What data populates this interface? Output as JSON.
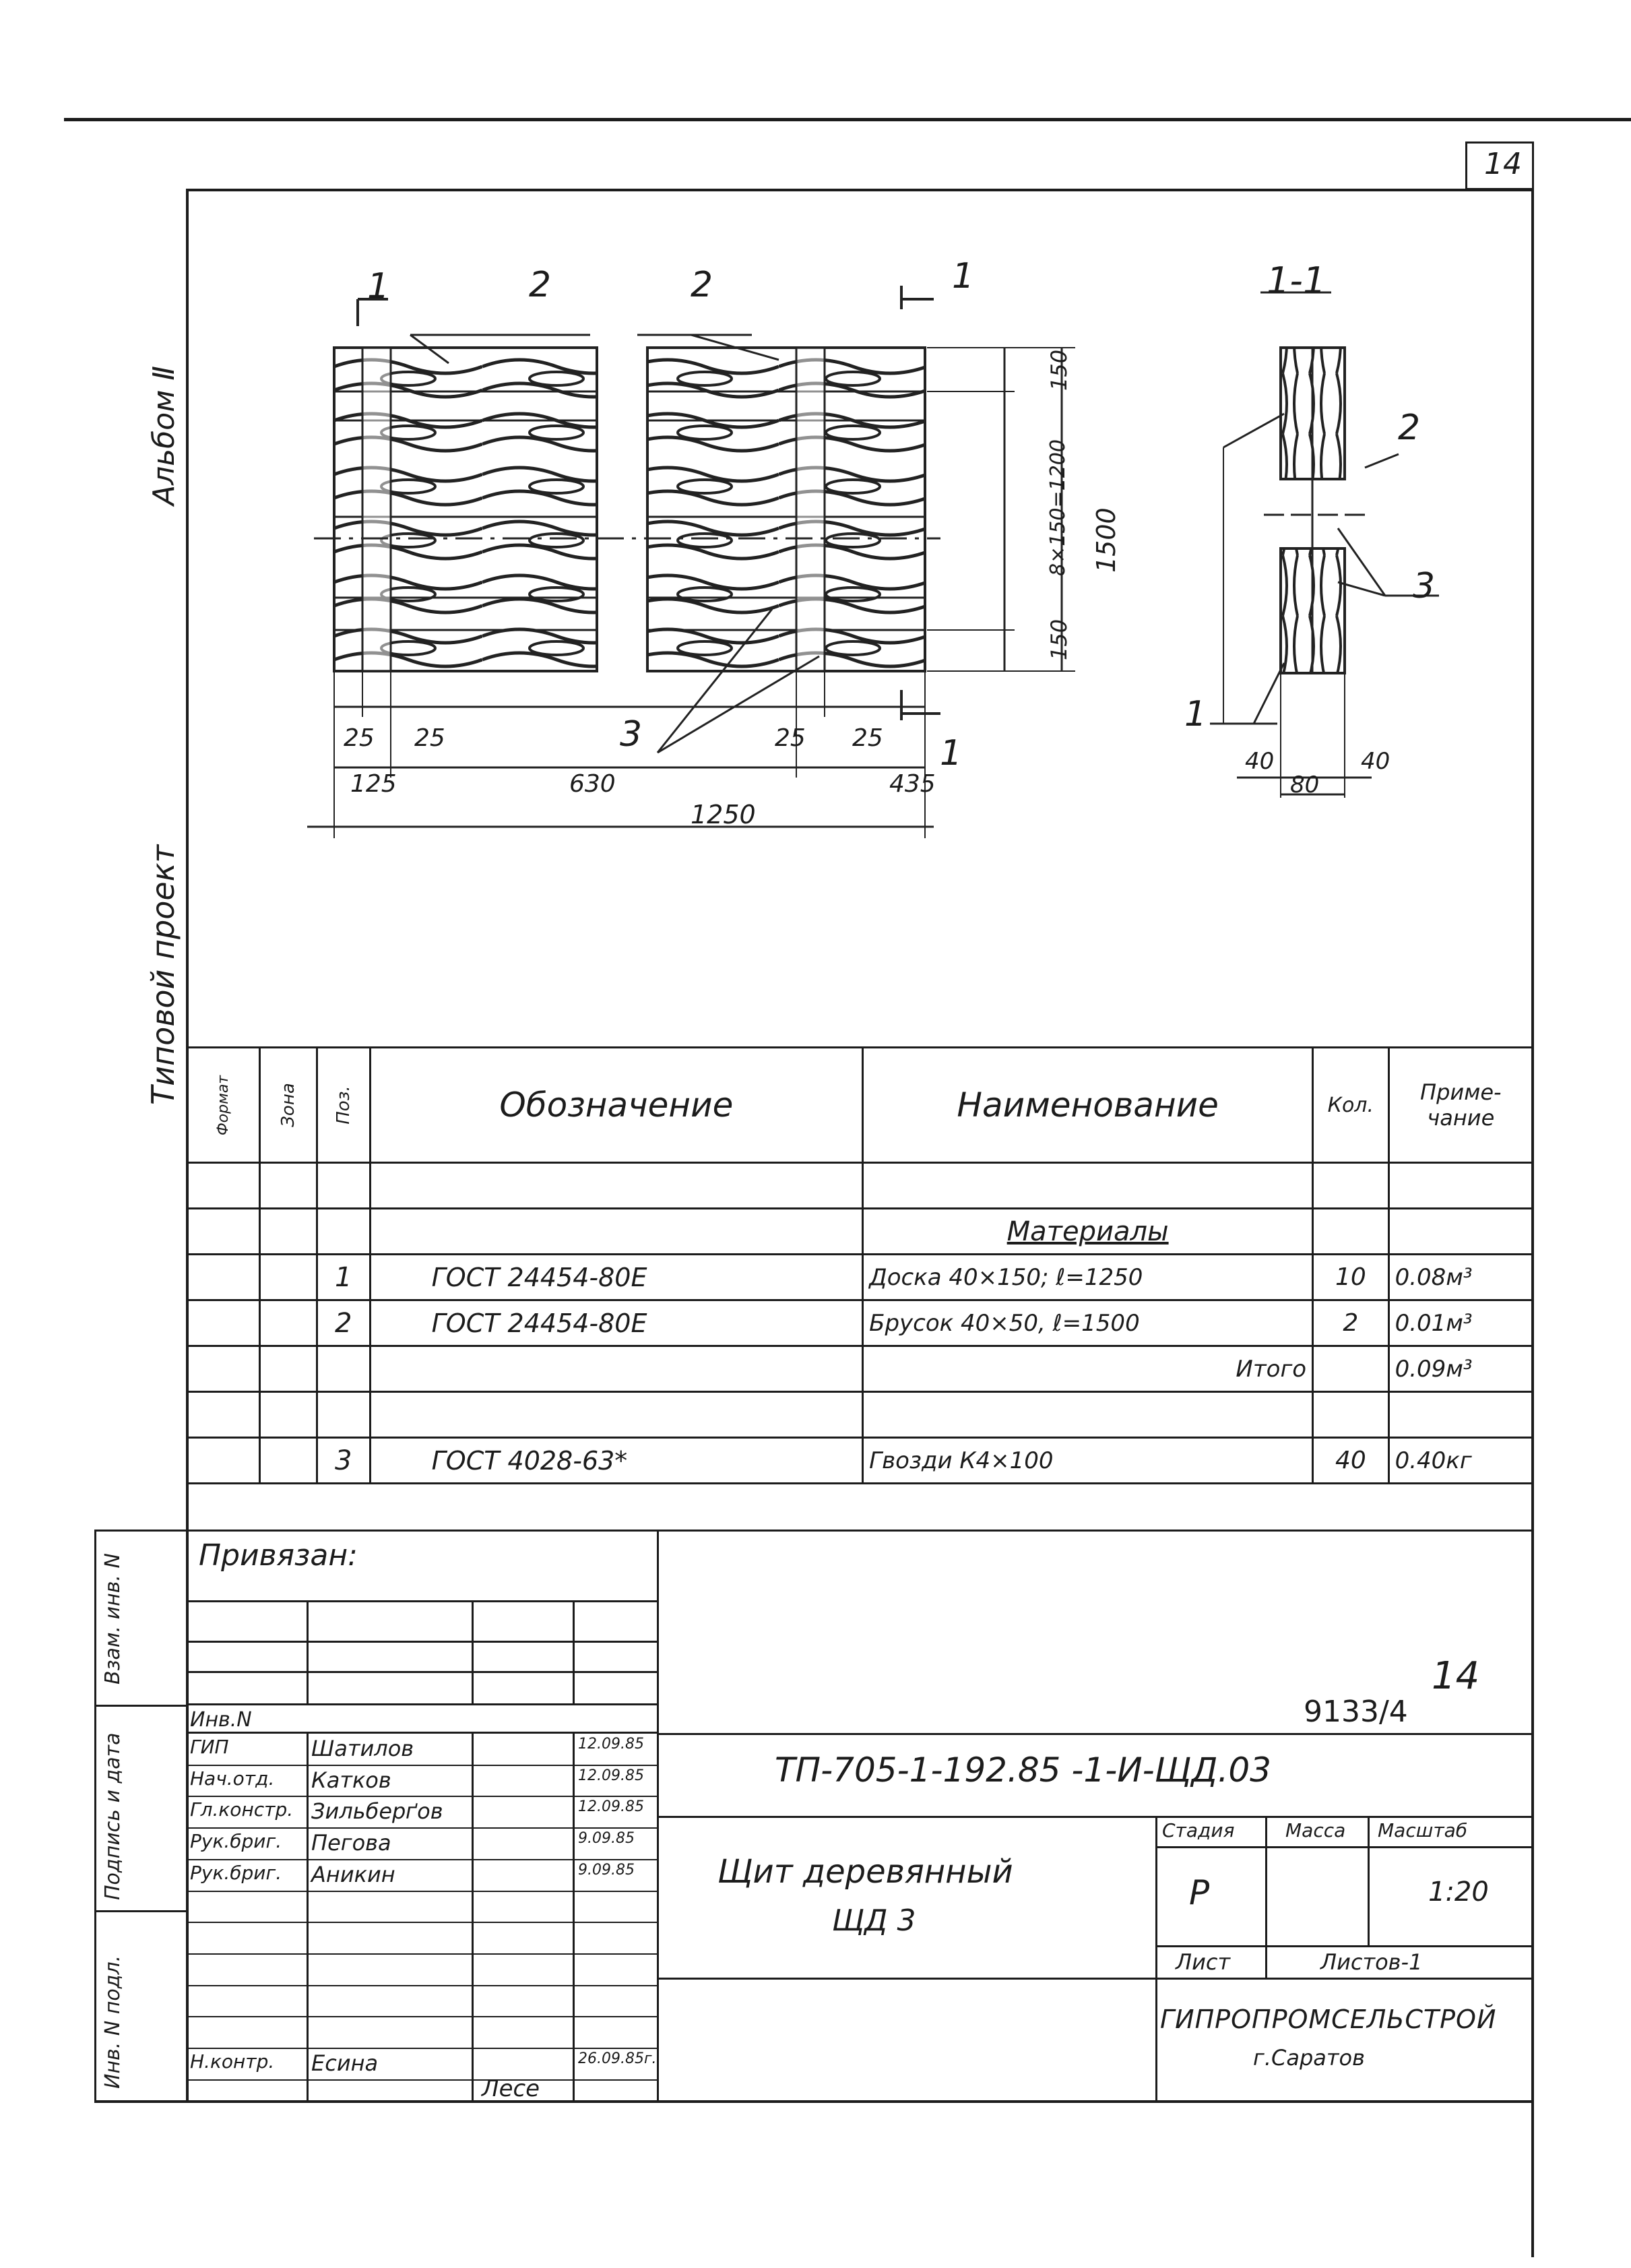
{
  "page": {
    "page_number": "14"
  },
  "side_labels": {
    "album": "Альбом Ⅱ",
    "project": "Типовой проект",
    "vzam_inv": "Взам. инв. N",
    "podpis_data": "Подпись и дата",
    "inv_podl": "Инв. N подл."
  },
  "drawing": {
    "section_mark": "1",
    "section_title": "1-1",
    "callouts": {
      "c1": "1",
      "c2": "2",
      "c3": "3"
    },
    "dims": {
      "d150_top": "150",
      "d1200": "8×150=1200",
      "d150_bot": "150",
      "d1500": "1500",
      "d25a": "25",
      "d25b": "25",
      "d25c": "25",
      "d25d": "25",
      "d125": "125",
      "d630": "630",
      "d435": "435",
      "d1250": "1250",
      "d40a": "40",
      "d40b": "40",
      "d80": "80"
    }
  },
  "spec": {
    "headers": {
      "format": "Формат",
      "zone": "Зона",
      "pos": "Поз.",
      "designation": "Обозначение",
      "name": "Наименование",
      "qty": "Кол.",
      "note": "Приме-чание"
    },
    "section_materials": "Материалы",
    "rows": [
      {
        "pos": "1",
        "designation": "ГОСТ 24454-80Е",
        "name": "Доска 40×150; ℓ=1250",
        "qty": "10",
        "note": "0.08м³"
      },
      {
        "pos": "2",
        "designation": "ГОСТ 24454-80Е",
        "name": "Брусок 40×50, ℓ=1500",
        "qty": "2",
        "note": "0.01м³"
      },
      {
        "pos": "",
        "designation": "",
        "name": "Итого",
        "qty": "",
        "note": "0.09м³"
      },
      {
        "pos": "3",
        "designation": "ГОСТ 4028-63*",
        "name": "Гвозди К4×100",
        "qty": "40",
        "note": "0.40кг"
      }
    ]
  },
  "title_block": {
    "privyazan": "Привязан:",
    "inv_n": "Инв.N",
    "code_sheet": "9133/4",
    "code_sheet_hand": "14",
    "doc_number": "ТП-705-1-192.85 -1-И-ЩД.03",
    "staff": [
      {
        "role": "ГИП",
        "name": "Шатилов",
        "date": "12.09.85"
      },
      {
        "role": "Нач.отд.",
        "name": "Катков",
        "date": "12.09.85"
      },
      {
        "role": "Гл.констр.",
        "name": "Зильберґов",
        "date": "12.09.85"
      },
      {
        "role": "Рук.бриг.",
        "name": "Пегова",
        "date": "9.09.85"
      },
      {
        "role": "Рук.бриг.",
        "name": "Аникин",
        "date": "9.09.85"
      },
      {
        "role": "Н.контр.",
        "name": "Есина",
        "date": "26.09.85г."
      }
    ],
    "nkontr_sign": "Лесе",
    "item_title_1": "Щит деревянный",
    "item_title_2": "ЩД 3",
    "stage_label": "Стадия",
    "mass_label": "Масса",
    "scale_label": "Масштаб",
    "stage": "Р",
    "scale": "1:20",
    "sheet_label": "Лист",
    "sheets_label": "Листов-1",
    "org": "ГИПРОПРОМСЕЛЬСТРОЙ",
    "city": "г.Саратов"
  }
}
